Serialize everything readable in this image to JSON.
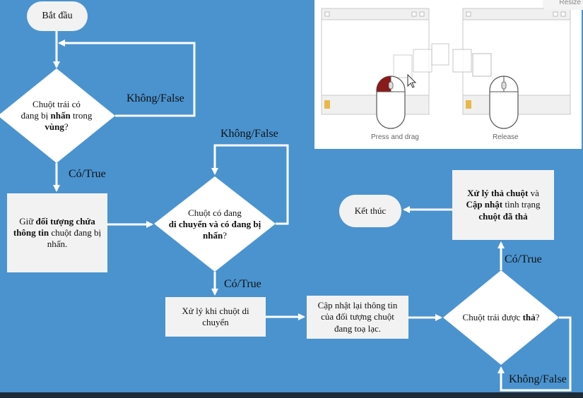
{
  "nodes": {
    "start": "Bắt đầu",
    "check_pressed": [
      "Chuột trái có",
      "đang bị ",
      "nhấn",
      " trong",
      "vùng",
      "?"
    ],
    "hold_object": [
      "Giữ ",
      "đối tượng chứa",
      "thông tin",
      " chuột đang bị",
      "nhấn."
    ],
    "check_moving": [
      "Chuột có đang",
      "di chuyển và có đang bị",
      "nhấn",
      "?"
    ],
    "handle_move": "Xử lý khi chuột di chuyển",
    "update_info": "Cập nhật lại thông tin của đối tượng chuột đang toạ lạc.",
    "check_released": [
      "Chuột trái được ",
      "thả",
      "?"
    ],
    "handle_release": [
      "Xử lý thả chuột",
      " và",
      "Cập nhật",
      " tình trạng",
      "chuột đã thả"
    ],
    "end": "Kết thúc"
  },
  "edges": {
    "no_pressed": "Không/False",
    "yes_pressed": "Có/True",
    "no_moving": "Không/False",
    "yes_moving": "Có/True",
    "yes_released": "Có/True",
    "no_released": "Không/False"
  },
  "illustration": {
    "caption_left": "Press and drag",
    "caption_right": "Release",
    "corner_text": "Resize"
  },
  "colors": {
    "background": "#4a93cf",
    "box_fill": "#f2f2f2",
    "arrow": "#ffffff",
    "mouse_button_pressed": "#8b1a1a"
  }
}
